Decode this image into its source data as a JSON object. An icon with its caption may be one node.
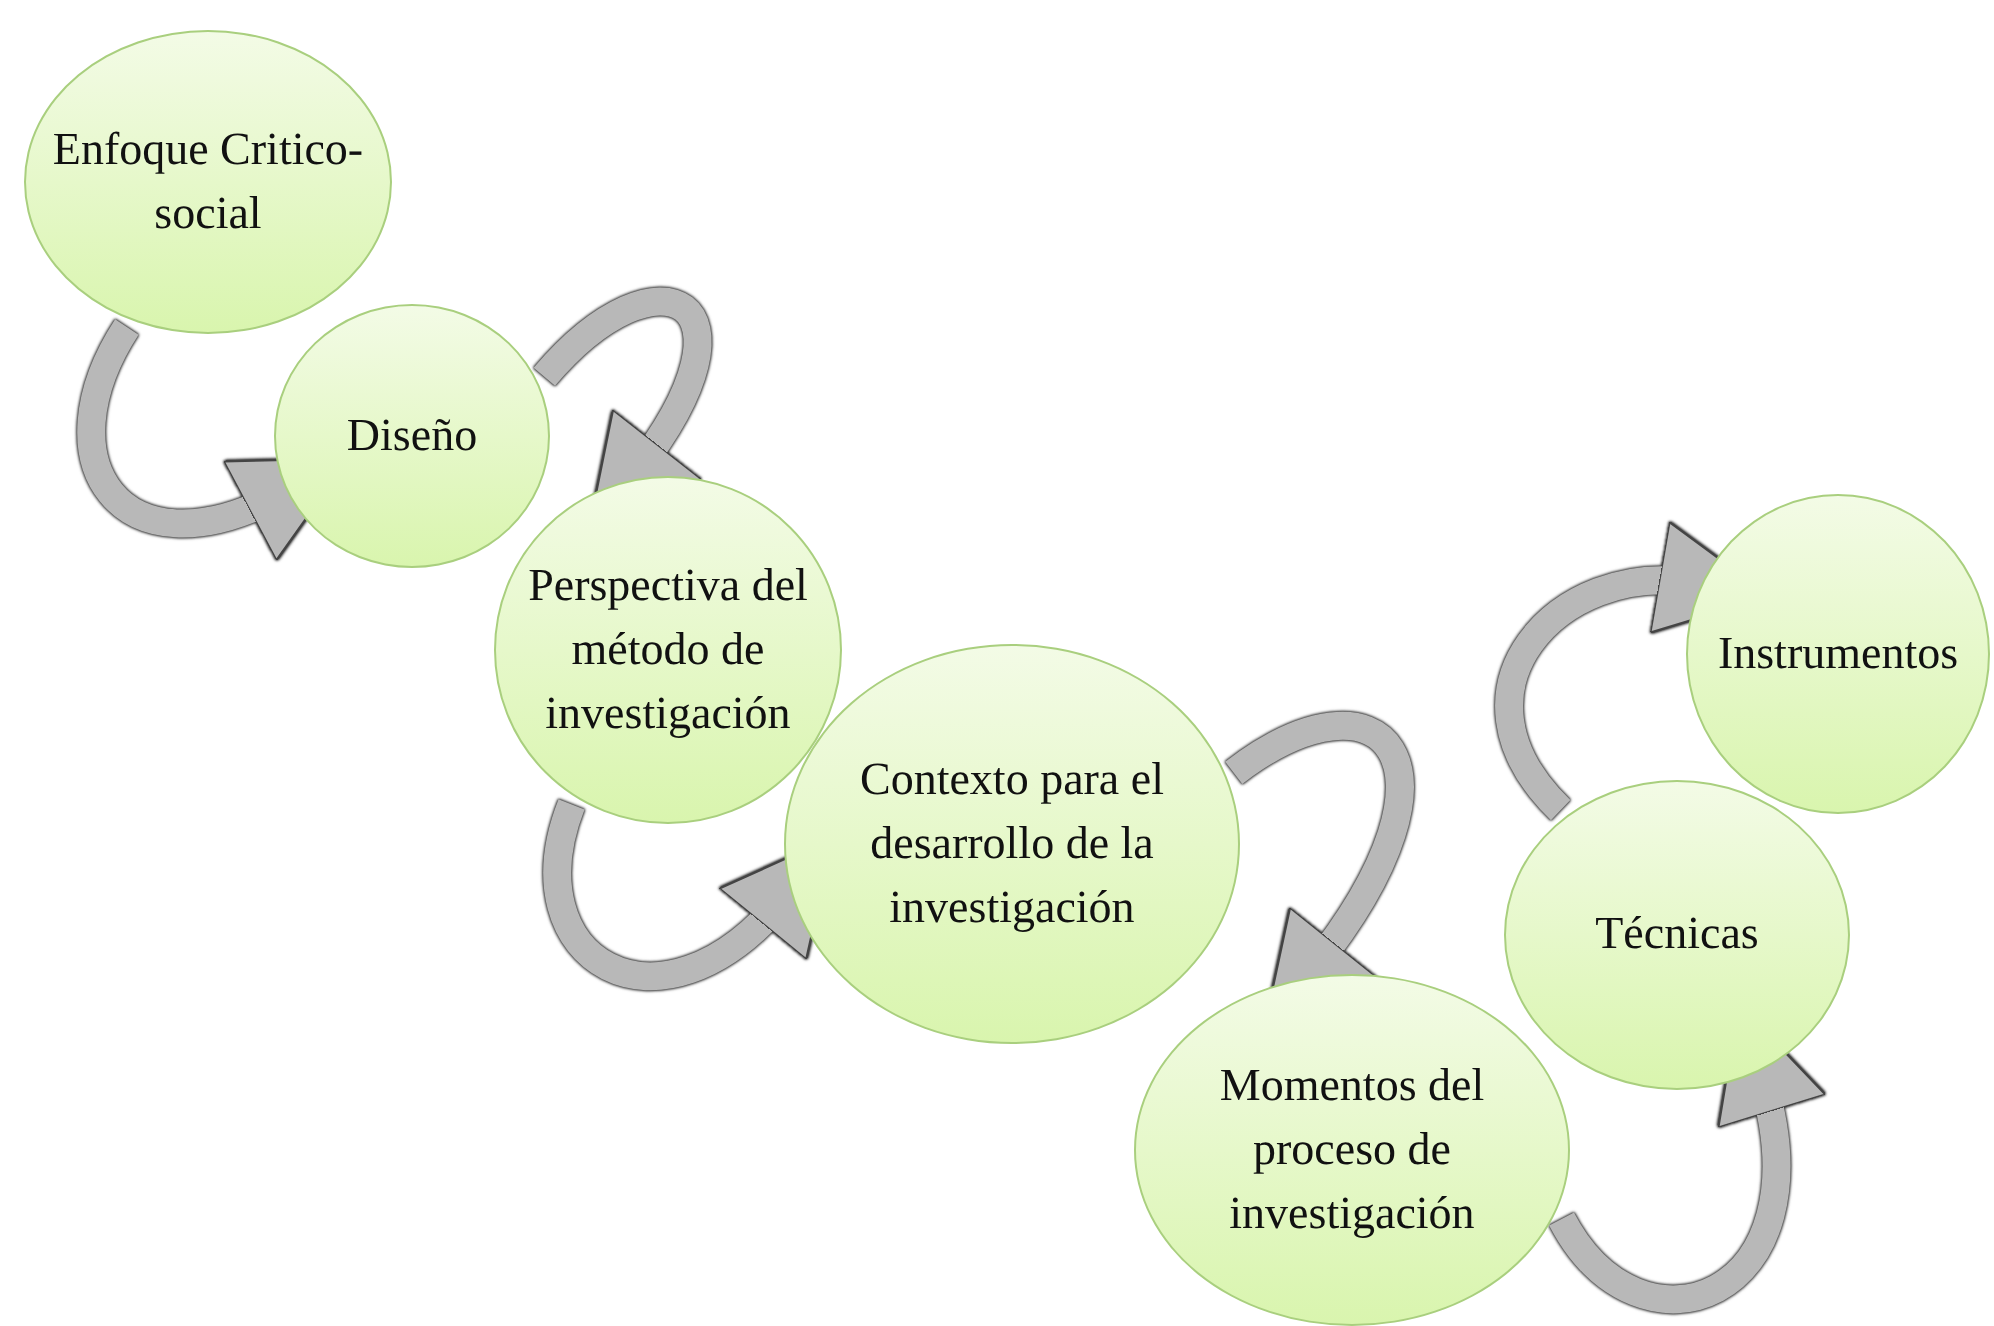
{
  "diagram": {
    "nodes": [
      {
        "text": [
          "Enfoque Critico-social"
        ]
      },
      {
        "text": [
          "Diseño"
        ]
      },
      {
        "text": [
          "Perspectiva del método de investigación"
        ]
      },
      {
        "text": [
          "Contexto para el desarrollo de la investigación"
        ]
      },
      {
        "text": [
          "Momentos del proceso de investigación"
        ]
      },
      {
        "text": [
          "Técnicas"
        ]
      },
      {
        "text": [
          "Instrumentos"
        ]
      }
    ],
    "edges": [
      {
        "from": 0,
        "to": 1,
        "arrow": "to"
      },
      {
        "from": 1,
        "to": 2,
        "arrow": "to"
      },
      {
        "from": 2,
        "to": 3,
        "arrow": "to"
      },
      {
        "from": 3,
        "to": 4,
        "arrow": "to"
      },
      {
        "from": 4,
        "to": 5,
        "arrow": "to"
      },
      {
        "from": 5,
        "to": 6,
        "arrow": "to"
      }
    ]
  }
}
